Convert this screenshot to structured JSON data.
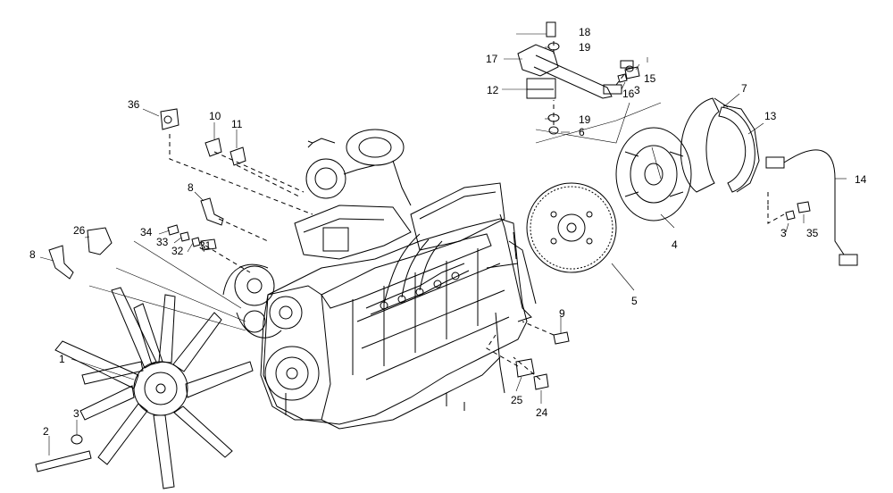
{
  "callouts": [
    {
      "id": "1",
      "label": "1"
    },
    {
      "id": "2",
      "label": "2"
    },
    {
      "id": "3a",
      "label": "3"
    },
    {
      "id": "3b",
      "label": "3"
    },
    {
      "id": "3c",
      "label": "3"
    },
    {
      "id": "4",
      "label": "4"
    },
    {
      "id": "5",
      "label": "5"
    },
    {
      "id": "6",
      "label": "6"
    },
    {
      "id": "7",
      "label": "7"
    },
    {
      "id": "8a",
      "label": "8"
    },
    {
      "id": "8b",
      "label": "8"
    },
    {
      "id": "9",
      "label": "9"
    },
    {
      "id": "10",
      "label": "10"
    },
    {
      "id": "11",
      "label": "11"
    },
    {
      "id": "12",
      "label": "12"
    },
    {
      "id": "13",
      "label": "13"
    },
    {
      "id": "14",
      "label": "14"
    },
    {
      "id": "15",
      "label": "15"
    },
    {
      "id": "16",
      "label": "16"
    },
    {
      "id": "17",
      "label": "17"
    },
    {
      "id": "18",
      "label": "18"
    },
    {
      "id": "19a",
      "label": "19"
    },
    {
      "id": "19b",
      "label": "19"
    },
    {
      "id": "24",
      "label": "24"
    },
    {
      "id": "25",
      "label": "25"
    },
    {
      "id": "26",
      "label": "26"
    },
    {
      "id": "31",
      "label": "31"
    },
    {
      "id": "32",
      "label": "32"
    },
    {
      "id": "33",
      "label": "33"
    },
    {
      "id": "34",
      "label": "34"
    },
    {
      "id": "35",
      "label": "35"
    },
    {
      "id": "36",
      "label": "36"
    }
  ],
  "colors": {
    "line": "#000000",
    "background": "#ffffff"
  }
}
